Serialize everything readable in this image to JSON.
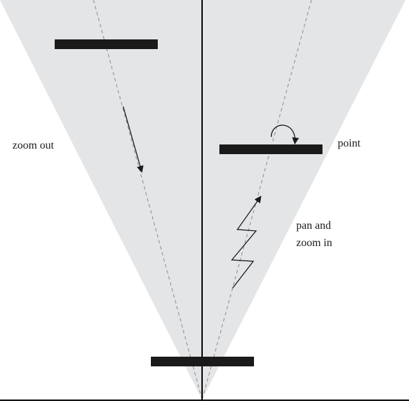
{
  "labels": {
    "zoom_out": "zoom out",
    "point": "point",
    "pan_and_zoom_in_line1": "pan and",
    "pan_and_zoom_in_line2": "zoom in"
  },
  "colors": {
    "cone_fill": "#e4e5e6",
    "bar": "#1a1a1a",
    "line": "#000000",
    "dashed": "#8a8a8a"
  }
}
